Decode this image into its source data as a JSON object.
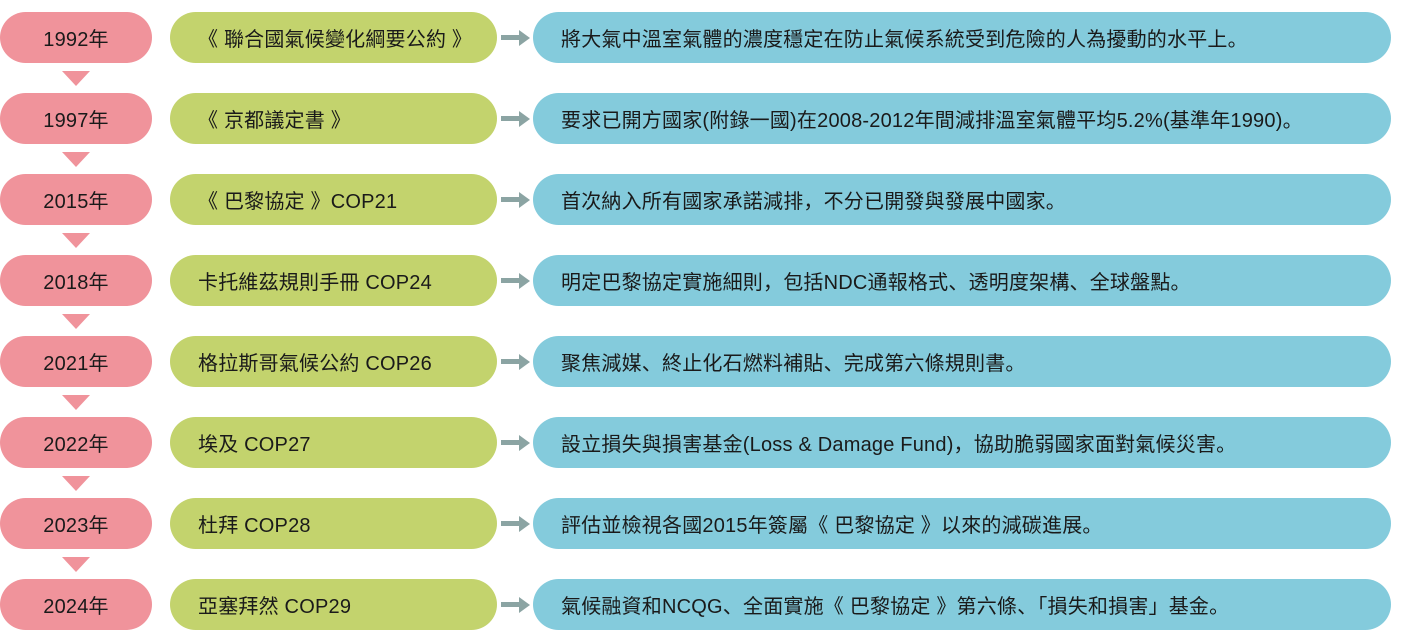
{
  "page": {
    "background": "#ffffff",
    "description_semantic": "Timeline of international climate agreements and COP conferences"
  },
  "colors": {
    "year_pill": "#f0939b",
    "event_box": "#c3d36d",
    "desc_box": "#84cbdc",
    "arrow": "#8ba4a3",
    "text": "#1a1a1a"
  },
  "timeline": {
    "rows": [
      {
        "year": "1992年",
        "event": "《 聯合國氣候變化綱要公約 》",
        "description": "將大氣中溫室氣體的濃度穩定在防止氣候系統受到危險的人為擾動的水平上。"
      },
      {
        "year": "1997年",
        "event": "《 京都議定書 》",
        "description": "要求已開方國家(附錄一國)在2008-2012年間減排溫室氣體平均5.2%(基準年1990)。"
      },
      {
        "year": "2015年",
        "event": "《 巴黎協定 》COP21",
        "description": "首次納入所有國家承諾減排，不分已開發與發展中國家。"
      },
      {
        "year": "2018年",
        "event": "卡托維茲規則手冊 COP24",
        "description": "明定巴黎協定實施細則，包括NDC通報格式、透明度架構、全球盤點。"
      },
      {
        "year": "2021年",
        "event": "格拉斯哥氣候公約 COP26",
        "description": "聚焦減媒、終止化石燃料補貼、完成第六條規則書。"
      },
      {
        "year": "2022年",
        "event": "埃及 COP27",
        "description": "設立損失與損害基金(Loss & Damage Fund)，協助脆弱國家面對氣候災害。"
      },
      {
        "year": "2023年",
        "event": "杜拜 COP28",
        "description": "評估並檢視各國2015年簽屬《 巴黎協定 》以來的減碳進展。"
      },
      {
        "year": "2024年",
        "event": "亞塞拜然 COP29",
        "description": "氣候融資和NCQG、全面實施《 巴黎協定 》第六條、「損失和損害」基金。"
      }
    ]
  }
}
